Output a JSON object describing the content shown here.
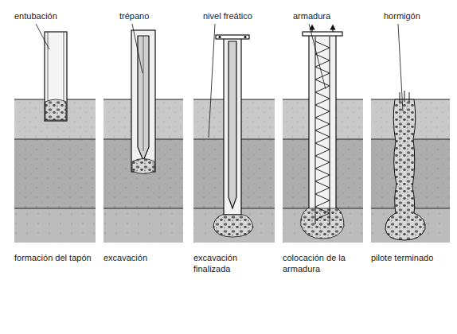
{
  "diagram": {
    "labels": [
      "entubación",
      "trépano",
      "nivel freático",
      "armadura",
      "hormigón",
      "formación del tapón",
      "excavación",
      "excavación finalizada",
      "colocación de la armadura",
      "pilote terminado"
    ]
  }
}
